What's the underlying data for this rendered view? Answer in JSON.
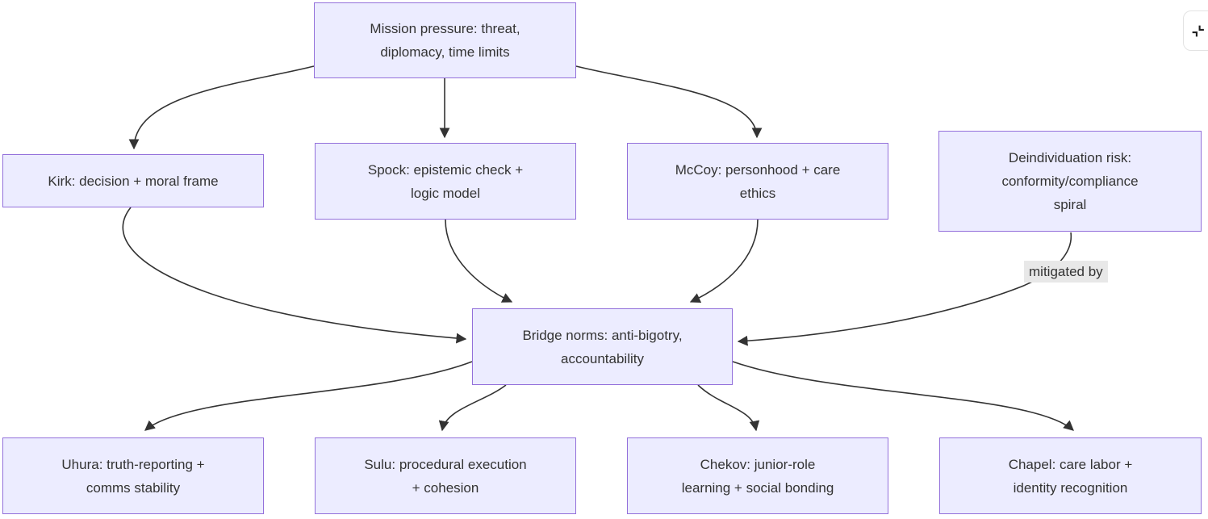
{
  "diagram": {
    "type": "flowchart",
    "nodes": [
      {
        "id": "mission",
        "label": "Mission pressure: threat,\ndiplomacy, time limits"
      },
      {
        "id": "kirk",
        "label": "Kirk: decision + moral frame"
      },
      {
        "id": "spock",
        "label": "Spock: epistemic check +\nlogic model"
      },
      {
        "id": "mccoy",
        "label": "McCoy: personhood + care\nethics"
      },
      {
        "id": "deindividuation",
        "label": "Deindividuation risk:\nconformity/compliance\nspiral"
      },
      {
        "id": "bridge",
        "label": "Bridge norms: anti-bigotry,\naccountability"
      },
      {
        "id": "uhura",
        "label": "Uhura: truth-reporting +\ncomms stability"
      },
      {
        "id": "sulu",
        "label": "Sulu: procedural execution\n+ cohesion"
      },
      {
        "id": "chekov",
        "label": "Chekov: junior-role\nlearning + social bonding"
      },
      {
        "id": "chapel",
        "label": "Chapel: care labor +\nidentity recognition"
      }
    ],
    "edges": [
      {
        "from": "mission",
        "to": "kirk",
        "label": ""
      },
      {
        "from": "mission",
        "to": "spock",
        "label": ""
      },
      {
        "from": "mission",
        "to": "mccoy",
        "label": ""
      },
      {
        "from": "kirk",
        "to": "bridge",
        "label": ""
      },
      {
        "from": "spock",
        "to": "bridge",
        "label": ""
      },
      {
        "from": "mccoy",
        "to": "bridge",
        "label": ""
      },
      {
        "from": "deindividuation",
        "to": "bridge",
        "label": "mitigated by"
      },
      {
        "from": "bridge",
        "to": "uhura",
        "label": ""
      },
      {
        "from": "bridge",
        "to": "sulu",
        "label": ""
      },
      {
        "from": "bridge",
        "to": "chekov",
        "label": ""
      },
      {
        "from": "bridge",
        "to": "chapel",
        "label": ""
      }
    ],
    "colors": {
      "node_fill": "#ECECFF",
      "node_border": "#9370DB",
      "edge_stroke": "#333333",
      "text": "#333333",
      "edge_label_bg": "#e8e8e8"
    }
  },
  "controls": {
    "expand_button": {
      "icon": "fullscreen-toggle-icon"
    }
  }
}
